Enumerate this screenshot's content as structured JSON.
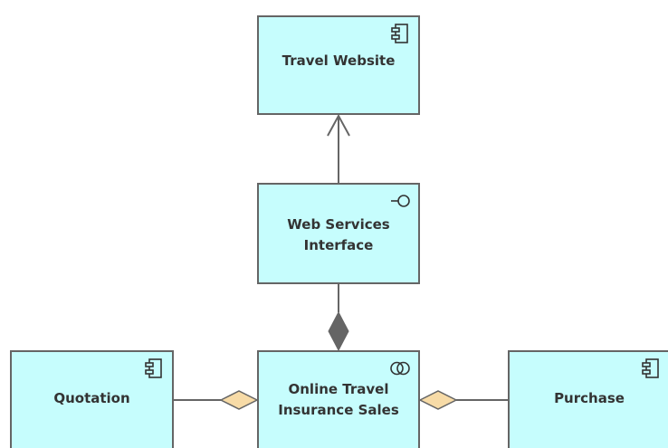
{
  "diagram": {
    "nodes": [
      {
        "id": "travel-website",
        "label": "Travel Website",
        "icon": "component-icon"
      },
      {
        "id": "web-services",
        "label": "Web Services\nInterface",
        "icon": "interface-icon"
      },
      {
        "id": "quotation",
        "label": "Quotation",
        "icon": "component-icon"
      },
      {
        "id": "online-sales",
        "label": "Online Travel\nInsurance Sales",
        "icon": "collaboration-icon"
      },
      {
        "id": "purchase",
        "label": "Purchase",
        "icon": "component-icon"
      }
    ],
    "edges": [
      {
        "from": "web-services",
        "to": "travel-website",
        "type": "serving"
      },
      {
        "from": "online-sales",
        "to": "web-services",
        "type": "composition"
      },
      {
        "from": "online-sales",
        "to": "quotation",
        "type": "aggregation"
      },
      {
        "from": "online-sales",
        "to": "purchase",
        "type": "aggregation"
      }
    ],
    "colors": {
      "node_fill": "#c6fdfd",
      "node_border": "#656565",
      "connector": "#656565",
      "composition_diamond": "#656565",
      "aggregation_diamond": "#f7dba7"
    }
  }
}
